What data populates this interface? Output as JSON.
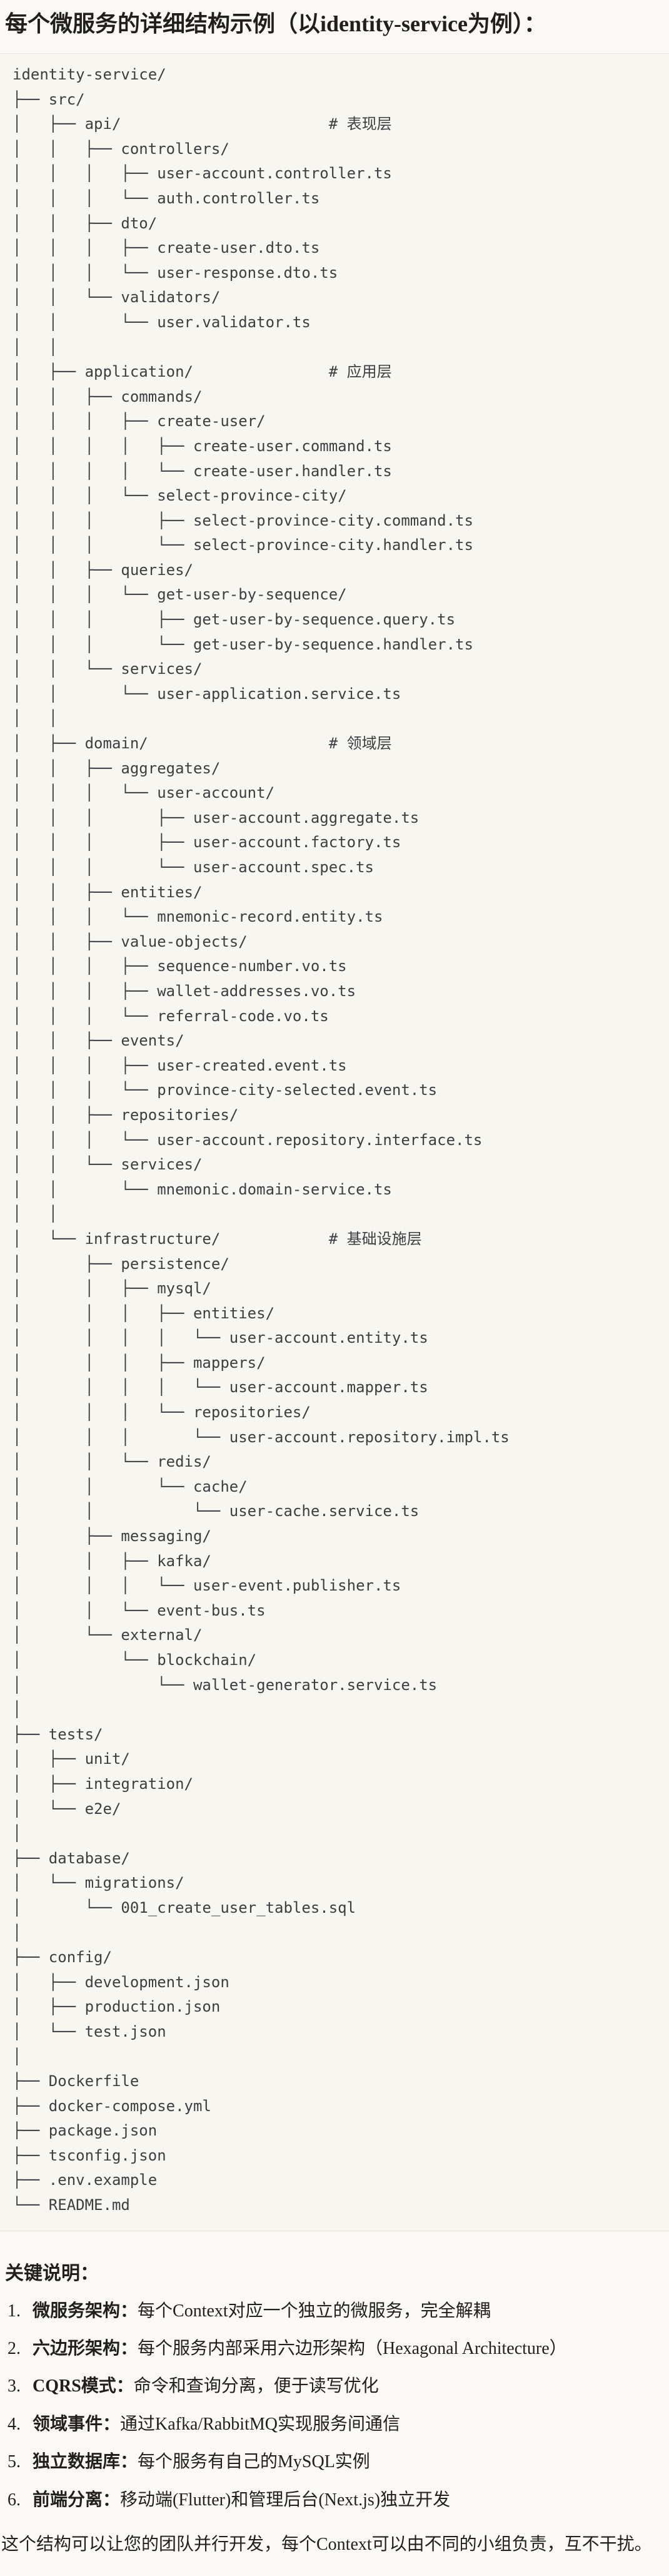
{
  "title": "每个微服务的详细结构示例（以identity-service为例）：",
  "tree": {
    "lines": [
      "identity-service/",
      "├── src/",
      "│   ├── api/                       # 表现层",
      "│   │   ├── controllers/",
      "│   │   │   ├── user-account.controller.ts",
      "│   │   │   └── auth.controller.ts",
      "│   │   ├── dto/",
      "│   │   │   ├── create-user.dto.ts",
      "│   │   │   └── user-response.dto.ts",
      "│   │   └── validators/",
      "│   │       └── user.validator.ts",
      "│   │",
      "│   ├── application/               # 应用层",
      "│   │   ├── commands/",
      "│   │   │   ├── create-user/",
      "│   │   │   │   ├── create-user.command.ts",
      "│   │   │   │   └── create-user.handler.ts",
      "│   │   │   └── select-province-city/",
      "│   │   │       ├── select-province-city.command.ts",
      "│   │   │       └── select-province-city.handler.ts",
      "│   │   ├── queries/",
      "│   │   │   └── get-user-by-sequence/",
      "│   │   │       ├── get-user-by-sequence.query.ts",
      "│   │   │       └── get-user-by-sequence.handler.ts",
      "│   │   └── services/",
      "│   │       └── user-application.service.ts",
      "│   │",
      "│   ├── domain/                    # 领域层",
      "│   │   ├── aggregates/",
      "│   │   │   └── user-account/",
      "│   │   │       ├── user-account.aggregate.ts",
      "│   │   │       ├── user-account.factory.ts",
      "│   │   │       └── user-account.spec.ts",
      "│   │   ├── entities/",
      "│   │   │   └── mnemonic-record.entity.ts",
      "│   │   ├── value-objects/",
      "│   │   │   ├── sequence-number.vo.ts",
      "│   │   │   ├── wallet-addresses.vo.ts",
      "│   │   │   └── referral-code.vo.ts",
      "│   │   ├── events/",
      "│   │   │   ├── user-created.event.ts",
      "│   │   │   └── province-city-selected.event.ts",
      "│   │   ├── repositories/",
      "│   │   │   └── user-account.repository.interface.ts",
      "│   │   └── services/",
      "│   │       └── mnemonic.domain-service.ts",
      "│   │",
      "│   └── infrastructure/            # 基础设施层",
      "│       ├── persistence/",
      "│       │   ├── mysql/",
      "│       │   │   ├── entities/",
      "│       │   │   │   └── user-account.entity.ts",
      "│       │   │   ├── mappers/",
      "│       │   │   │   └── user-account.mapper.ts",
      "│       │   │   └── repositories/",
      "│       │   │       └── user-account.repository.impl.ts",
      "│       │   └── redis/",
      "│       │       └── cache/",
      "│       │           └── user-cache.service.ts",
      "│       ├── messaging/",
      "│       │   ├── kafka/",
      "│       │   │   └── user-event.publisher.ts",
      "│       │   └── event-bus.ts",
      "│       └── external/",
      "│           └── blockchain/",
      "│               └── wallet-generator.service.ts",
      "│",
      "├── tests/",
      "│   ├── unit/",
      "│   ├── integration/",
      "│   └── e2e/",
      "│",
      "├── database/",
      "│   └── migrations/",
      "│       └── 001_create_user_tables.sql",
      "│",
      "├── config/",
      "│   ├── development.json",
      "│   ├── production.json",
      "│   └── test.json",
      "│",
      "├── Dockerfile",
      "├── docker-compose.yml",
      "├── package.json",
      "├── tsconfig.json",
      "├── .env.example",
      "└── README.md"
    ]
  },
  "notes": {
    "heading": "关键说明：",
    "items": [
      {
        "num": "1.",
        "label": "微服务架构：",
        "text": "每个Context对应一个独立的微服务，完全解耦"
      },
      {
        "num": "2.",
        "label": "六边形架构：",
        "text": "每个服务内部采用六边形架构（Hexagonal Architecture）"
      },
      {
        "num": "3.",
        "label": "CQRS模式：",
        "text": "命令和查询分离，便于读写优化"
      },
      {
        "num": "4.",
        "label": "领域事件：",
        "text": "通过Kafka/RabbitMQ实现服务间通信"
      },
      {
        "num": "5.",
        "label": "独立数据库：",
        "text": "每个服务有自己的MySQL实例"
      },
      {
        "num": "6.",
        "label": "前端分离：",
        "text": "移动端(Flutter)和管理后台(Next.js)独立开发"
      }
    ],
    "closing": "这个结构可以让您的团队并行开发，每个Context可以由不同的小组负责，互不干扰。"
  },
  "colors": {
    "page_bg": "#faf9f5",
    "code_bg": "#f7f6f0",
    "code_border": "#e5e3da",
    "code_text": "#3c3e42",
    "body_text": "#211f1c"
  }
}
